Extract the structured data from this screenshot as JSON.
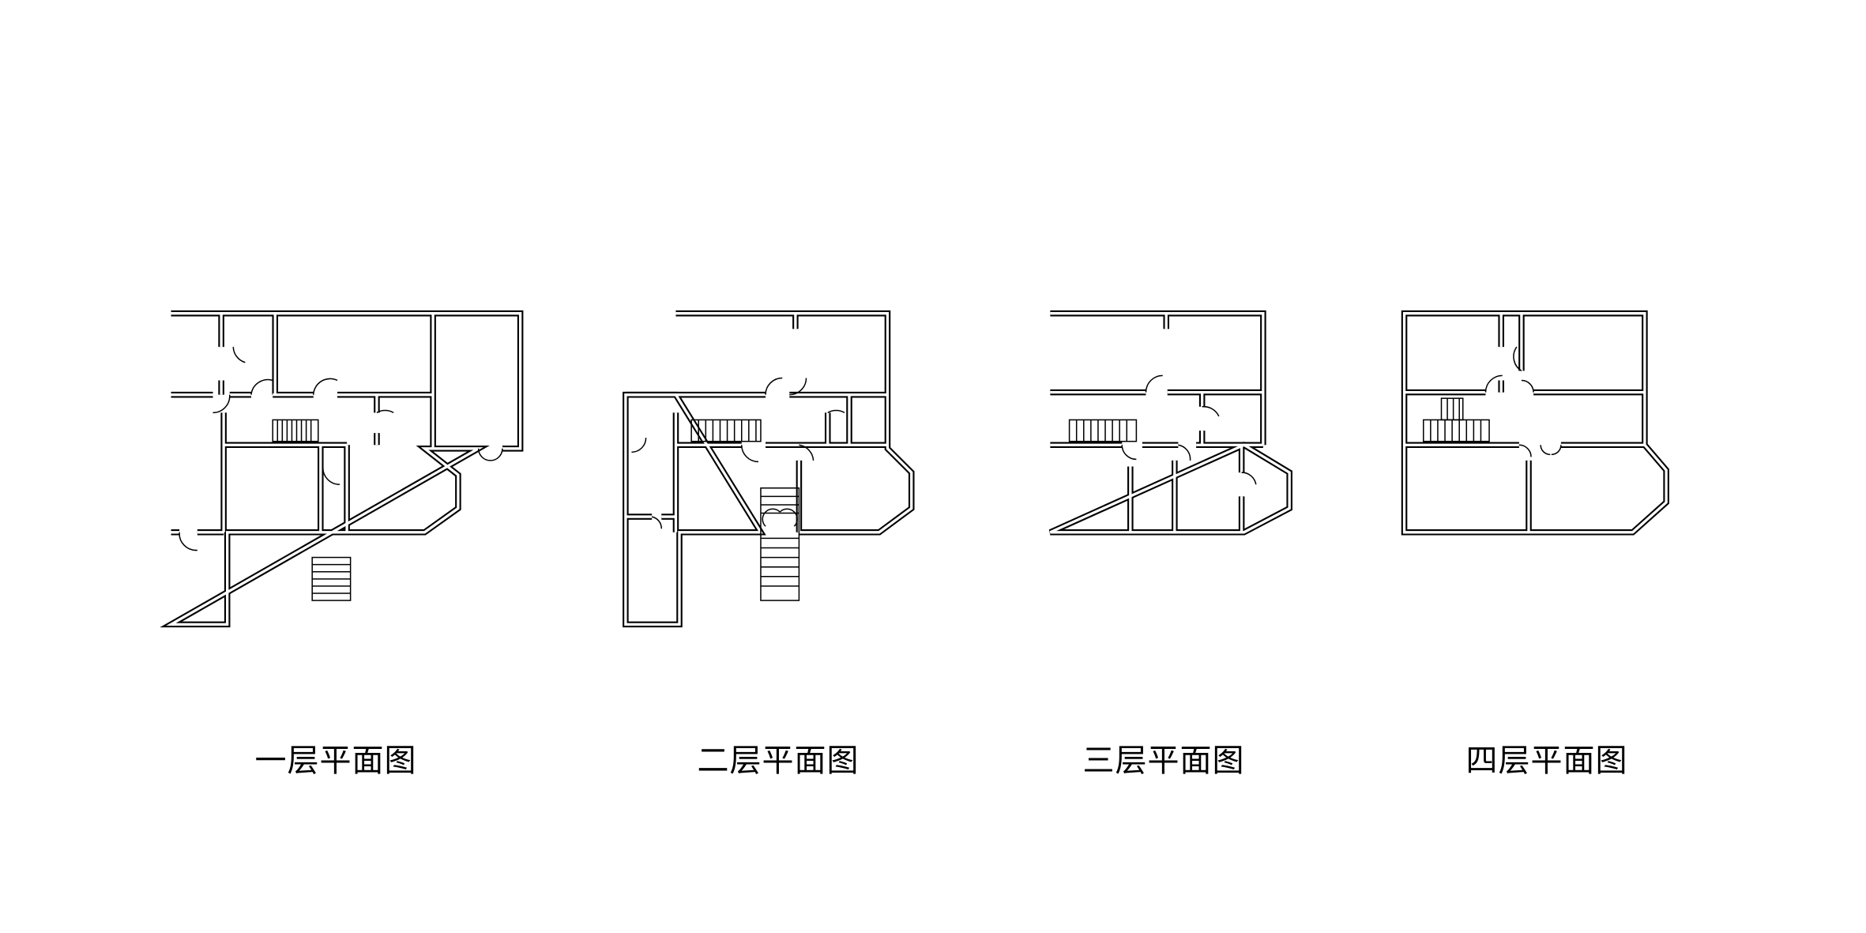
{
  "plans": [
    {
      "label": "一层平面图"
    },
    {
      "label": "二层平面图"
    },
    {
      "label": "三层平面图"
    },
    {
      "label": "四层平面图"
    }
  ]
}
